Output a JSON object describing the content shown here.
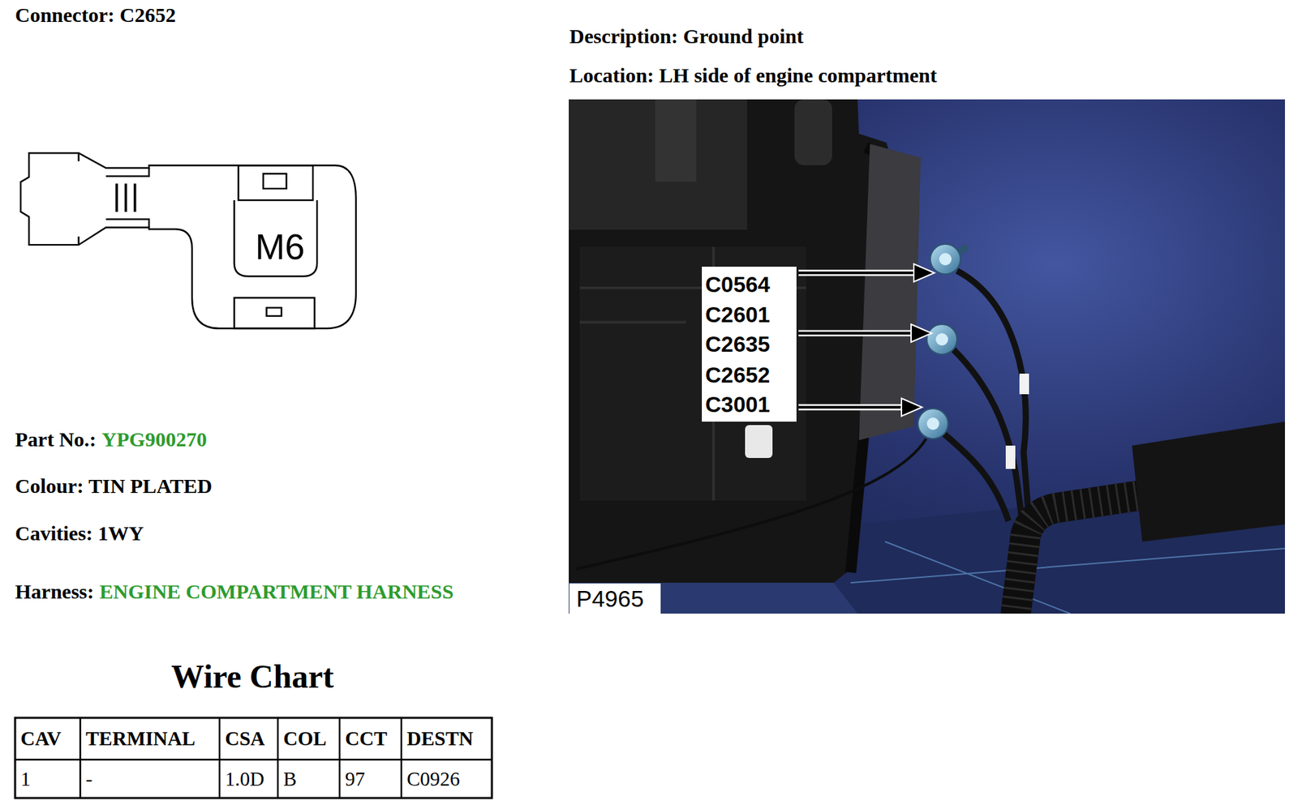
{
  "diagram": {
    "title": "Connector: C2652",
    "labels": [
      "M6",
      "Part No.:",
      "YPG900270",
      "Colour: TIN PLATED",
      "Cavities: 1WY",
      "Harness:",
      "ENGINE COMPARTMENT HARNESS",
      "Wire Chart",
      "CAV",
      "TERMINAL",
      "CSA",
      "COL",
      "CCT",
      "DESTN",
      "1",
      "-",
      "1.0D",
      "B",
      "97",
      "C0926",
      "Description: Ground point",
      "Location: LH side of engine compartment",
      "C0564",
      "C2601",
      "C2635",
      "C2652",
      "C3001",
      "P4965"
    ]
  }
}
